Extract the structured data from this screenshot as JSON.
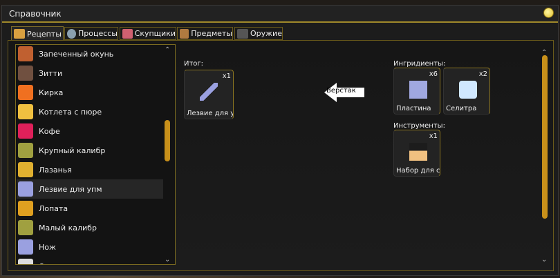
{
  "window": {
    "title": "Справочник"
  },
  "tabs": [
    {
      "label": "Рецепты",
      "color": "#d8a040"
    },
    {
      "label": "Процессы",
      "color": "#8aa0b0"
    },
    {
      "label": "Скупщики",
      "color": "#d06070"
    },
    {
      "label": "Предметы",
      "color": "#b07a40"
    },
    {
      "label": "Оружие",
      "color": "#555555"
    }
  ],
  "list": [
    {
      "label": "Запеченный окунь",
      "color": "#c06030"
    },
    {
      "label": "Зитти",
      "color": "#705040"
    },
    {
      "label": "Кирка",
      "color": "#f07020"
    },
    {
      "label": "Котлета с пюре",
      "color": "#f0c040"
    },
    {
      "label": "Кофе",
      "color": "#e0205a"
    },
    {
      "label": "Крупный калибр",
      "color": "#a0a040"
    },
    {
      "label": "Лазанья",
      "color": "#e0b030"
    },
    {
      "label": "Лезвие для упм",
      "color": "#9aa0e0"
    },
    {
      "label": "Лопата",
      "color": "#e0a020"
    },
    {
      "label": "Малый калибр",
      "color": "#a0a040"
    },
    {
      "label": "Нож",
      "color": "#9aa0e0"
    },
    {
      "label": "Овощное рагу",
      "color": "#ddd"
    }
  ],
  "recipe": {
    "result_label": "Итог:",
    "result": {
      "name": "Лезвие для у",
      "count": "x1"
    },
    "station": "Верстак",
    "ingredients_label": "Ингридиенты:",
    "ingredients": [
      {
        "name": "Пластина",
        "count": "x6"
      },
      {
        "name": "Селитра",
        "count": "x2"
      }
    ],
    "tools_label": "Инструменты:",
    "tools": [
      {
        "name": "Набор для сб",
        "count": "x1"
      }
    ]
  }
}
